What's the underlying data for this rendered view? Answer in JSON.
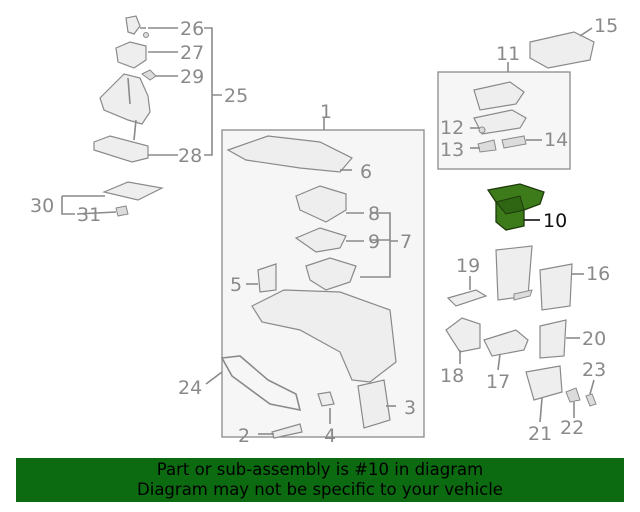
{
  "diagram": {
    "highlight_color": "#0c6a10",
    "highlighted_part": "10",
    "callouts": [
      "1",
      "2",
      "3",
      "4",
      "5",
      "6",
      "7",
      "8",
      "9",
      "10",
      "11",
      "12",
      "13",
      "14",
      "15",
      "16",
      "17",
      "18",
      "19",
      "20",
      "21",
      "22",
      "23",
      "24",
      "25",
      "26",
      "27",
      "28",
      "29",
      "30",
      "31"
    ]
  },
  "banner": {
    "line1": "Part or sub-assembly is #10 in diagram",
    "line2": "Diagram may not be specific to your vehicle"
  }
}
